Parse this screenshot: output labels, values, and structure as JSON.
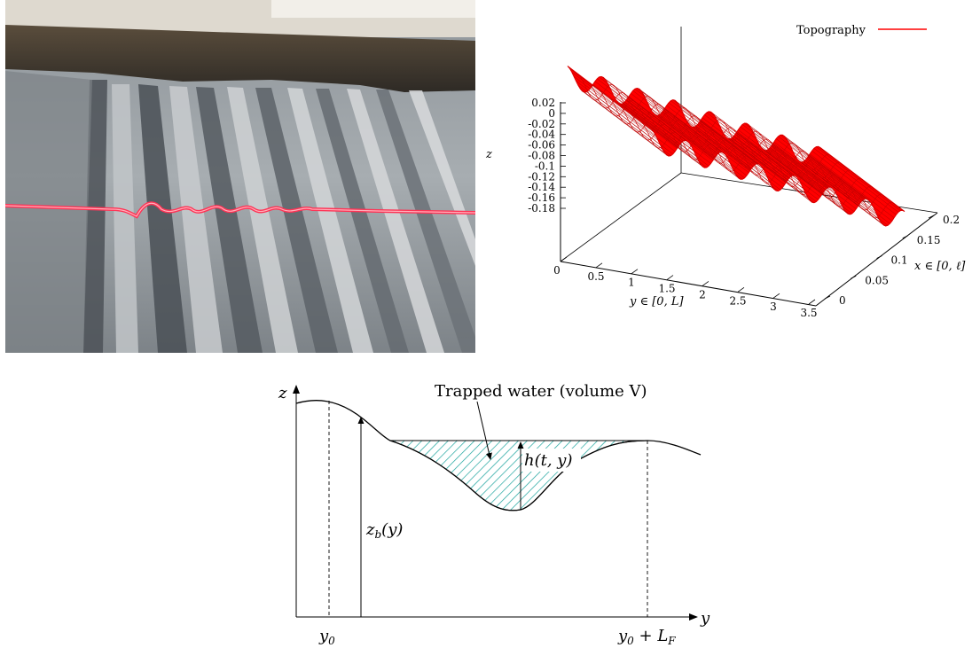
{
  "figure": {
    "plot3d": {
      "legend_label": "Topography",
      "z_axis_label": "z",
      "y_axis_label": "y ∈ [0, L]",
      "x_axis_label": "x ∈ [0, ℓ]",
      "z_ticks": [
        "0.02",
        "0",
        "-0.02",
        "-0.04",
        "-0.06",
        "-0.08",
        "-0.1",
        "-0.12",
        "-0.14",
        "-0.16",
        "-0.18"
      ],
      "y_ticks": [
        "0",
        "0.5",
        "1",
        "1.5",
        "2",
        "2.5",
        "3",
        "3.5"
      ],
      "x_ticks": [
        "0",
        "0.05",
        "0.1",
        "0.15",
        "0.2"
      ],
      "surface_color": "#ff0000"
    },
    "schematic": {
      "z_label": "z",
      "y_label": "y",
      "trapped_label": "Trapped water (volume V)",
      "h_label": "h(t, y)",
      "zb_label": "z_b(y)",
      "y0_label": "y_0",
      "y0LF_label": "y_0 + L_F",
      "hatch_color": "#1aa39c"
    },
    "photo": {
      "laser_color": "#ff3355"
    }
  }
}
